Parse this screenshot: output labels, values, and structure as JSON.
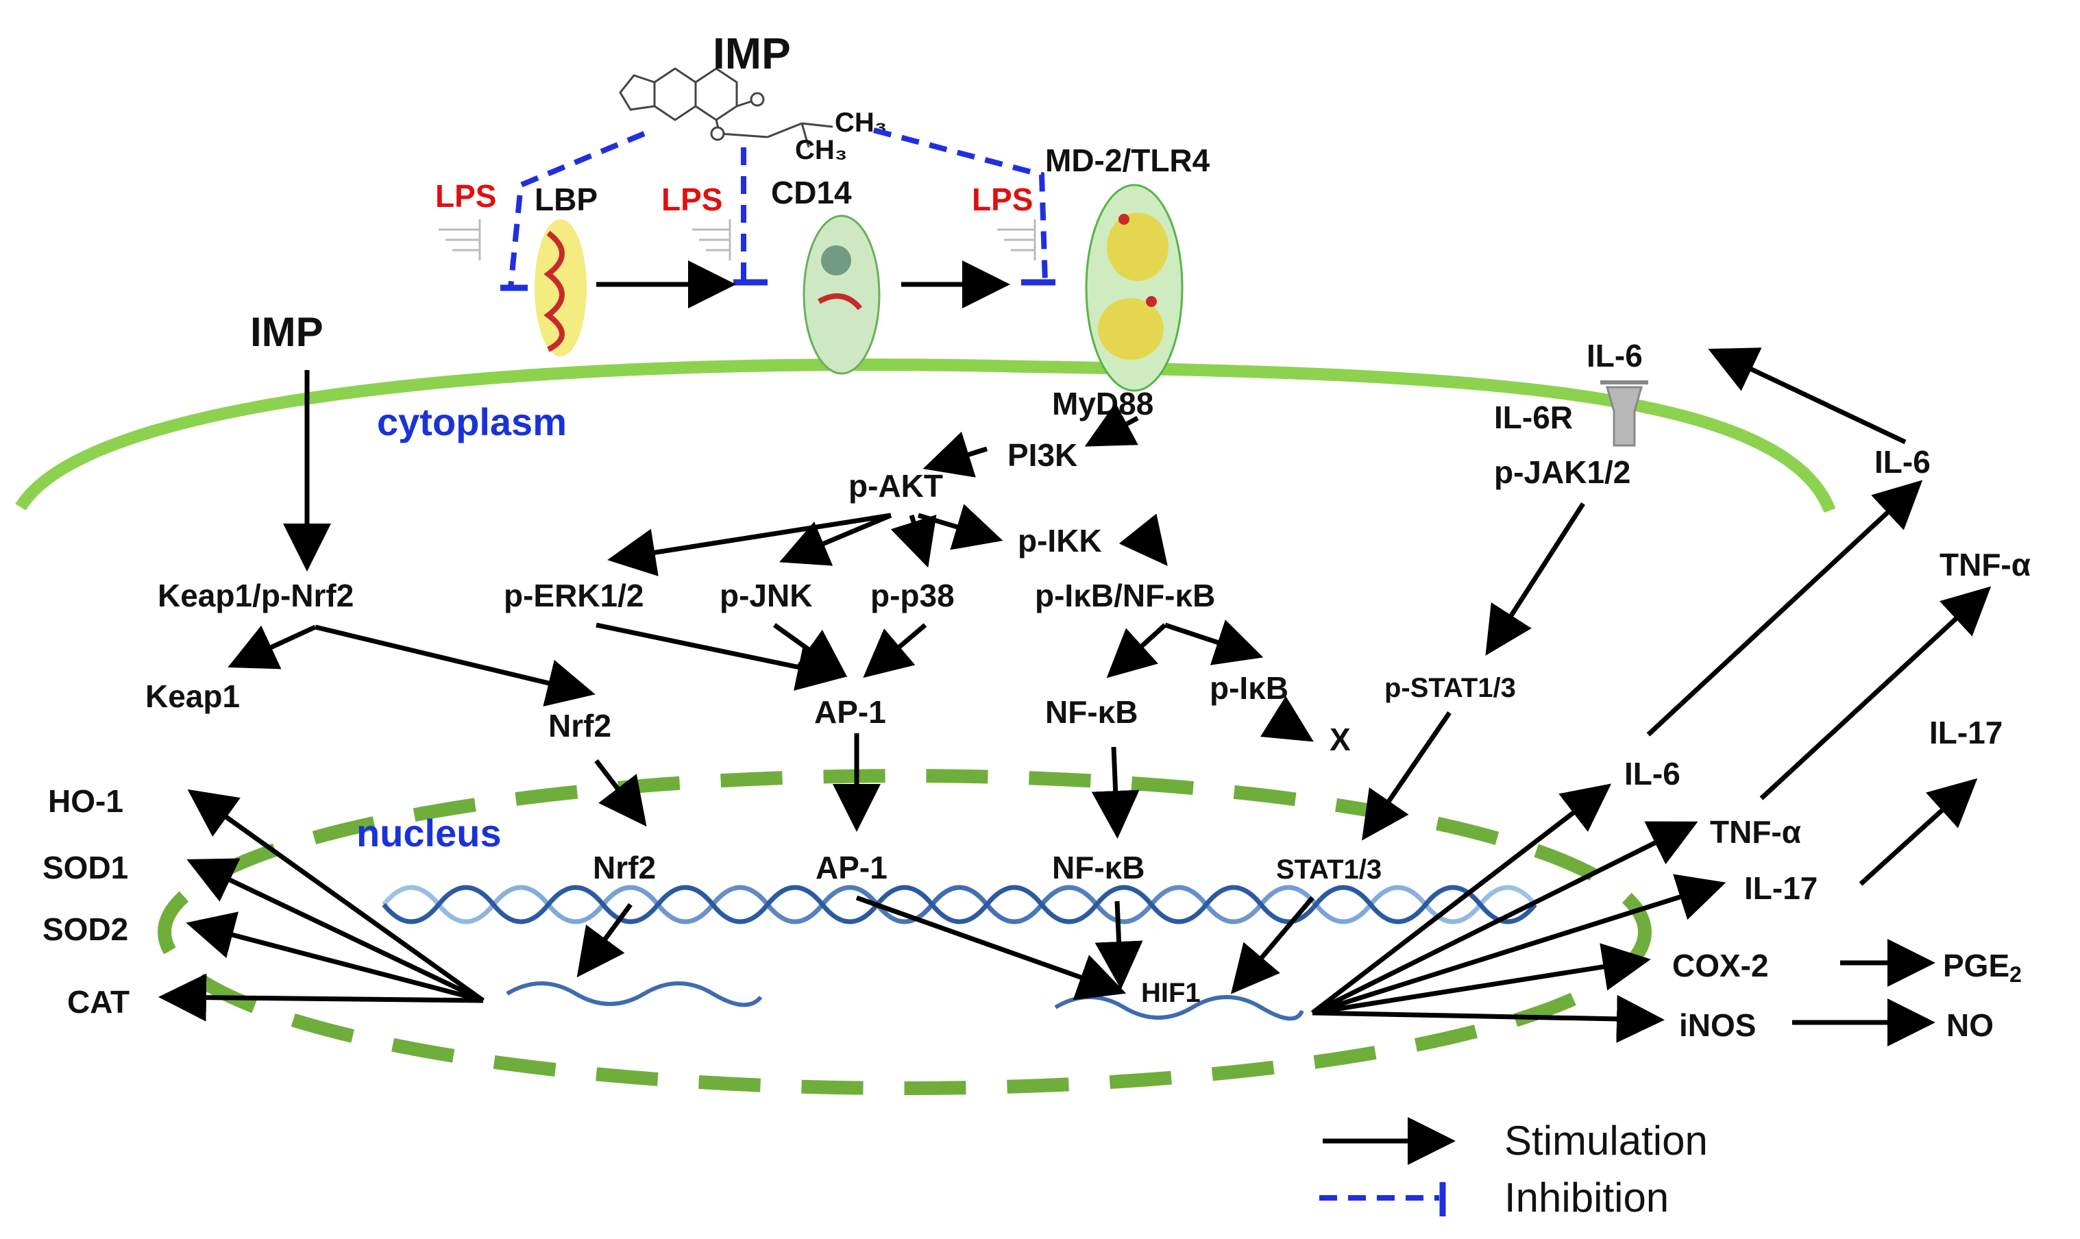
{
  "compound": {
    "name": "IMP",
    "substituents": [
      "CH₃",
      "CH₃"
    ]
  },
  "region_labels": {
    "cytoplasm": "cytoplasm",
    "nucleus": "nucleus"
  },
  "membrane": {
    "lps_label": "LPS",
    "receptors": [
      "LBP",
      "CD14",
      "MD-2/TLR4"
    ],
    "imp_left": "IMP"
  },
  "signaling": {
    "myd88": "MyD88",
    "pi3k": "PI3K",
    "pakt": "p-AKT",
    "pikk": "p-IKK",
    "perk": "p-ERK1/2",
    "pjnk": "p-JNK",
    "pp38": "p-p38",
    "pikb_nfkb": "p-IκB/NF-κB",
    "keap_pnrf2": "Keap1/p-Nrf2",
    "keap1": "Keap1",
    "nrf2_cyto": "Nrf2",
    "ap1_cyto": "AP-1",
    "nfkb_cyto": "NF-κB",
    "pikb": "p-IκB",
    "degraded": "X",
    "pstat": "p-STAT1/3",
    "il6_top": "IL-6",
    "il6r": "IL-6R",
    "pjak": "p-JAK1/2",
    "il6_right": "IL-6"
  },
  "nucleus_items": {
    "nrf2": "Nrf2",
    "ap1": "AP-1",
    "nfkb": "NF-κB",
    "stat": "STAT1/3",
    "hif1": "HIF1"
  },
  "antioxidant_outputs": [
    "HO-1",
    "SOD1",
    "SOD2",
    "CAT"
  ],
  "inflammatory_outputs": {
    "il6": "IL-6",
    "tnfa": "TNF-α",
    "il17": "IL-17",
    "cox2": "COX-2",
    "pge2": "PGE",
    "pge2_sub": "2",
    "inos": "iNOS",
    "no": "NO",
    "tnfa_out": "TNF-α",
    "il17_out": "IL-17"
  },
  "legend": {
    "stimulation": "Stimulation",
    "inhibition": "Inhibition"
  },
  "colors": {
    "membrane": "#8cd24f",
    "nucleus_border": "#6fae3b",
    "inhibition": "#1f2fe0",
    "lps": "#e01010",
    "region_text": "#1a33d6",
    "dna": "#3f6bb0"
  }
}
